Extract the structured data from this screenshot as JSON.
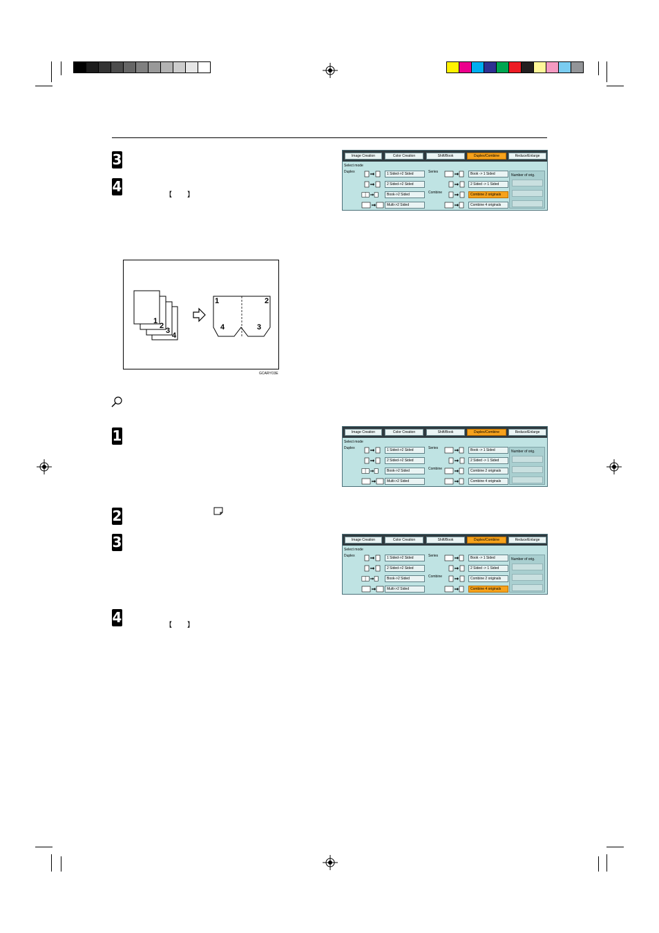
{
  "steps": {
    "top_3": "3",
    "top_4": "4",
    "mid_1": "1",
    "mid_2": "2",
    "mid_3": "3",
    "bot_4": "4"
  },
  "brackets": {
    "open": "【",
    "close": "】"
  },
  "illustration": {
    "caption": "GCARYO3E",
    "stack_numbers": [
      "1",
      "2",
      "3",
      "4"
    ],
    "page_numbers": [
      "1",
      "2",
      "4",
      "3"
    ]
  },
  "panel": {
    "tabs": [
      "Image Creation",
      "Color Creation",
      "Shift/Book",
      "Duplex/Combine",
      "Reduce/Enlarge"
    ],
    "select_mode": "Select mode",
    "duplex_label": "Duplex",
    "series_label": "Series",
    "combine_label": "Combine",
    "duplex_buttons": [
      "1 Sided->2 Sided",
      "2 Sided->2 Sided",
      "Book->2 Sided",
      "Multi->2 Sided"
    ],
    "series_buttons": [
      "Book -> 1 Sided",
      "2 Sided -> 1 Sided"
    ],
    "combine_buttons": [
      "Combine 2 originals",
      "Combine 4 originals"
    ],
    "number_of_orig": "Number of orig."
  },
  "colors": {
    "active_orange": "#f6a21c",
    "panel_bg": "#bfe3e3"
  }
}
